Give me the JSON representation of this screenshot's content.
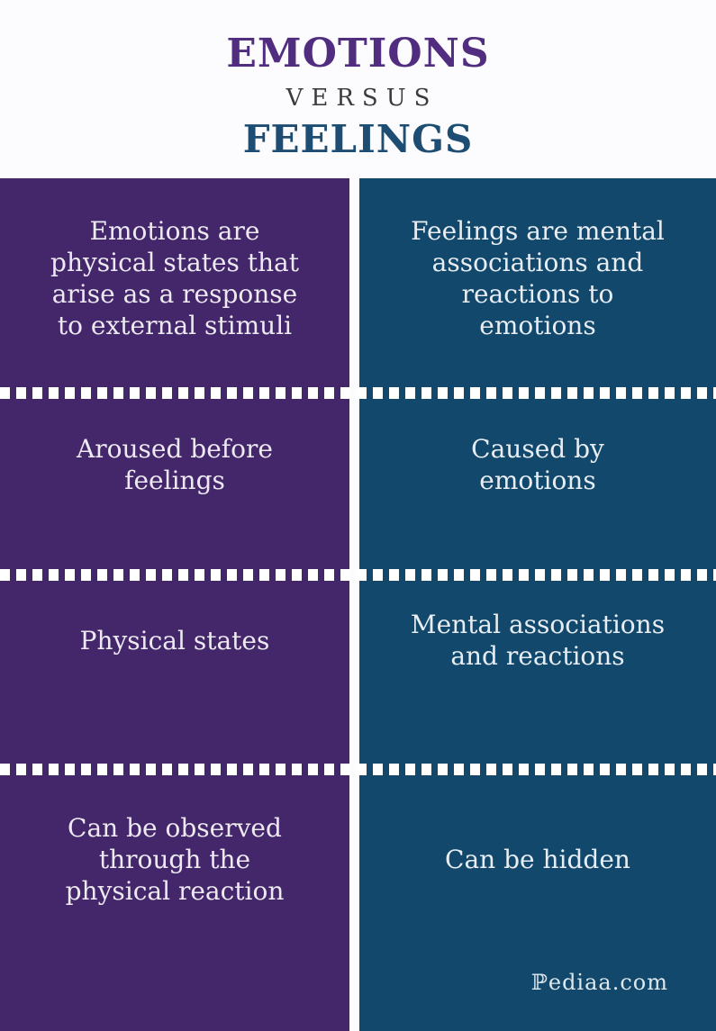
{
  "header": {
    "word_top": "EMOTIONS",
    "word_middle": "VERSUS",
    "word_bottom": "FEELINGS"
  },
  "comparison": {
    "emotions": {
      "definition": "Emotions are\nphysical states that\narise as a response\nto external stimuli",
      "order": "Aroused before\nfeelings",
      "nature": "Physical states",
      "visibility": "Can be observed\nthrough the\nphysical reaction"
    },
    "feelings": {
      "definition": "Feelings are mental\nassociations and\nreactions to\nemotions",
      "order": "Caused by\nemotions",
      "nature": "Mental associations\nand reactions",
      "visibility": "Can be hidden"
    }
  },
  "watermark": "ℙediaa.com",
  "colors": {
    "emotions_column": "#44266a",
    "feelings_column": "#11486c",
    "emotions_title": "#512d80",
    "feelings_title": "#1d4d72",
    "versus_text": "#3b3a3c",
    "body_text_left": "#ece9f1",
    "body_text_right": "#e7edf2",
    "separator": "#ffffff",
    "background": "#fcfbfd"
  }
}
